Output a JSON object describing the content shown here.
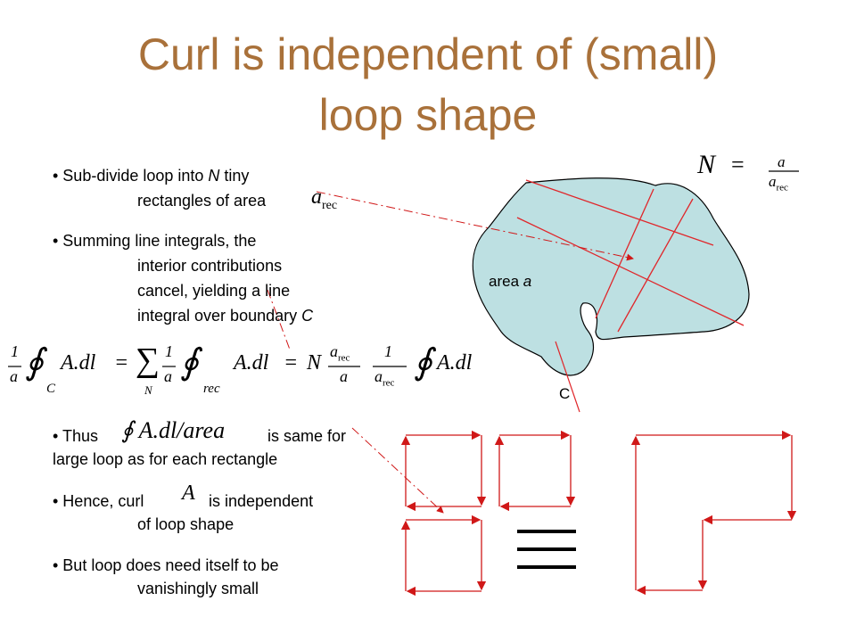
{
  "title": {
    "line1": "Curl is independent of (small)",
    "line2": "loop shape"
  },
  "bullets": {
    "b1_line1_pre": "• Sub-divide loop into ",
    "b1_line1_n": "N",
    "b1_line1_post": " tiny",
    "b1_line2": "rectangles of area",
    "b2_line1": "• Summing line integrals, the",
    "b2_line2": "interior contributions",
    "b2_line3": "cancel, yielding a line",
    "b2_line4_pre": "integral over boundary ",
    "b2_line4_c": "C",
    "b3_line1_pre": "• Thus",
    "b3_line1_post": "is same for",
    "b3_line2": "large loop as for each rectangle",
    "b4_line1_pre": "• Hence, curl",
    "b4_line1_post": "is independent",
    "b4_line2": "of loop shape",
    "b5_line1": "• But loop does need itself to be",
    "b5_line2": "vanishingly small"
  },
  "math": {
    "a_rec": "a",
    "rec_sub": "rec",
    "N_eq_N": "N",
    "N_eq_sign": "=",
    "N_eq_num": "a",
    "N_eq_den": "a",
    "equation": {
      "one": "1",
      "a": "a",
      "C": "C",
      "oint": "∮",
      "Adl": "A.dl",
      "eq": "=",
      "sum": "∑",
      "N": "N",
      "rec": "rec"
    },
    "thus_expr": "∮ A.dl/area",
    "curl_A": "A"
  },
  "diagram": {
    "area_label_pre": "area ",
    "area_label_a": "a",
    "boundary_label": "C",
    "blob_fill": "#bde0e2",
    "grid_color": "#e0262a",
    "rect_color": "#d01818"
  }
}
